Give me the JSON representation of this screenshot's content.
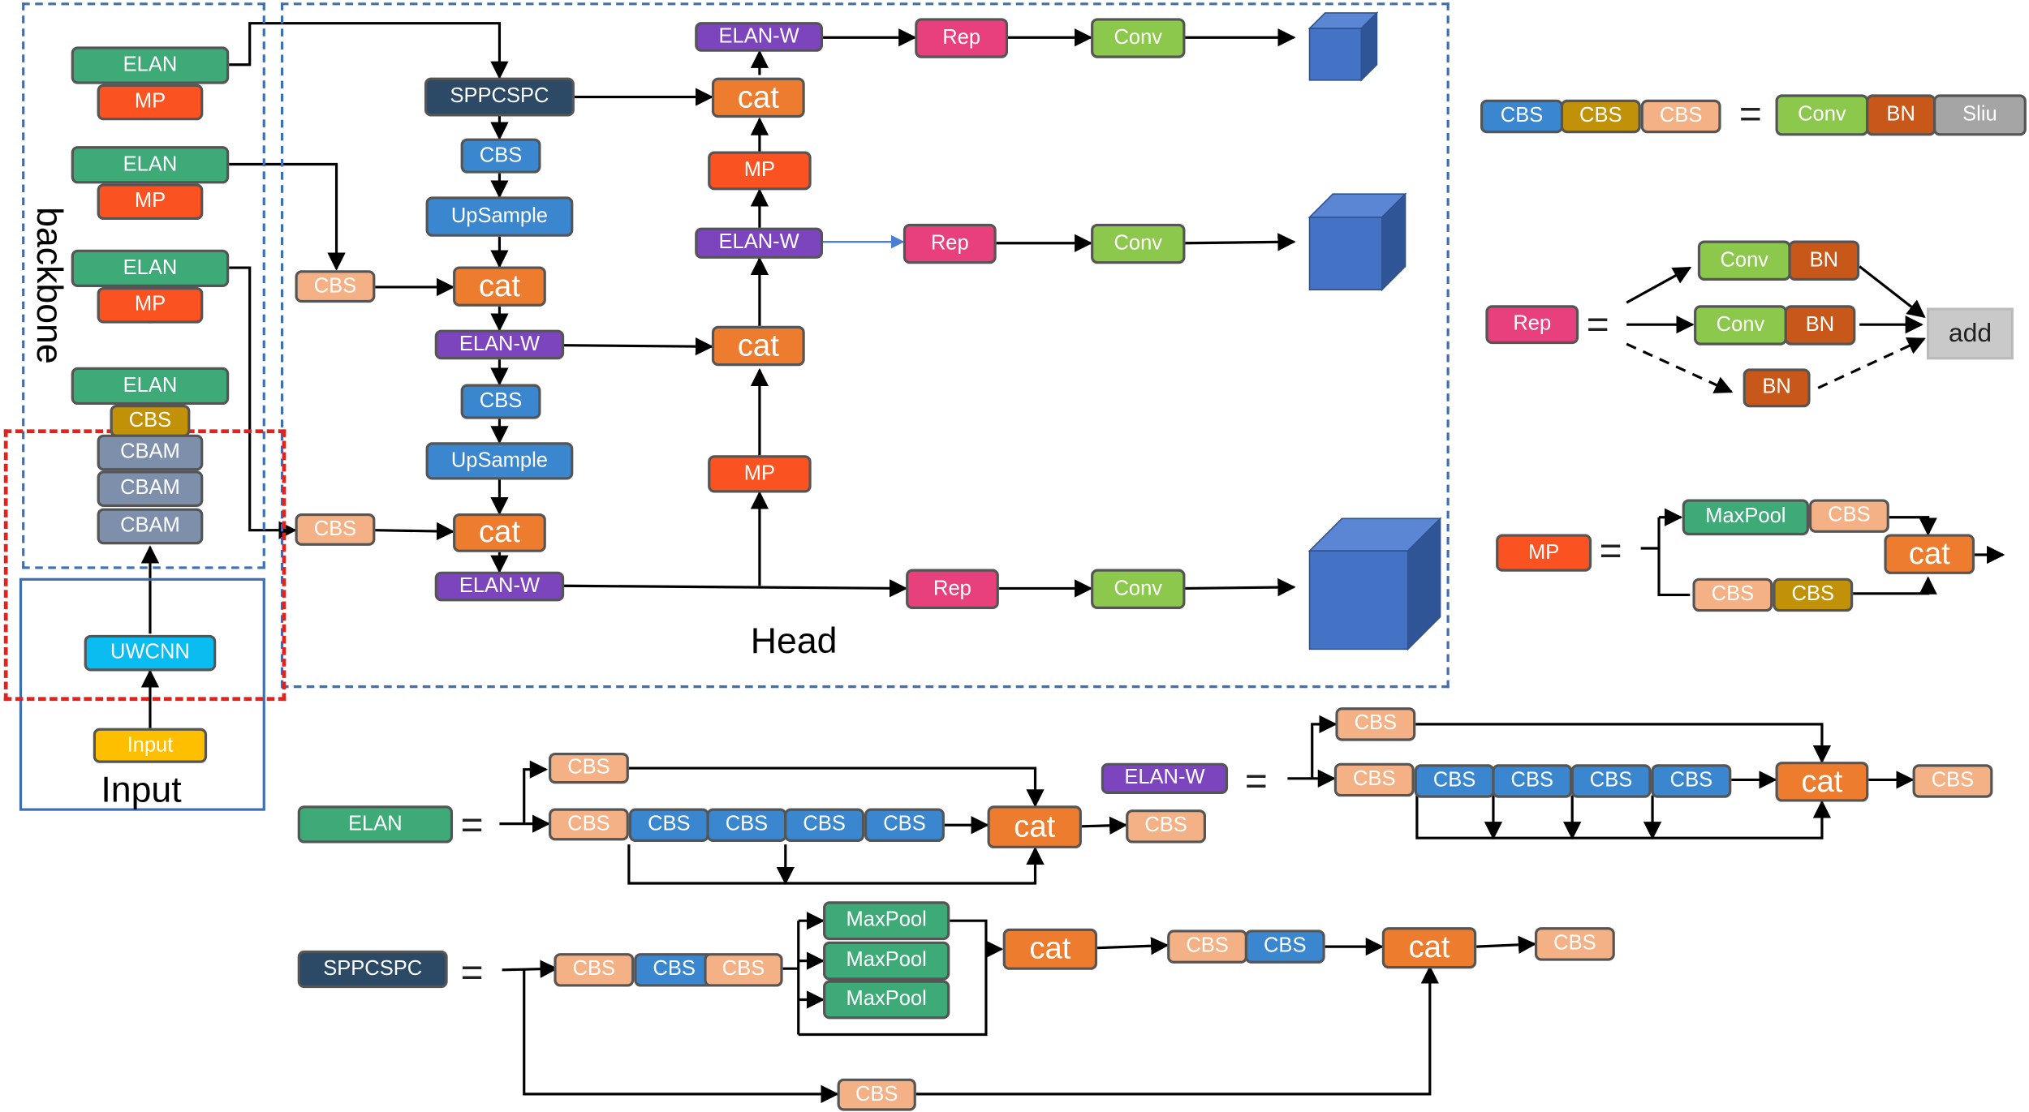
{
  "colors": {
    "elan": "#3daa78",
    "mp": "#fa5220",
    "cbs_blue": "#3a87cf",
    "cbs_gold": "#c19107",
    "cbs_salmon": "#f5b186",
    "cbam": "#7d8fab",
    "uwcnn": "#0abcf0",
    "input": "#fdbf00",
    "sppcspc": "#2c4a66",
    "upsample": "#3a87cf",
    "cat": "#ee7c2f",
    "elanw": "#7c45bd",
    "rep": "#e8407d",
    "conv": "#8cc84b",
    "bn": "#c8581a",
    "sliu": "#a5a5a5",
    "add": "#c9c9c9",
    "maxpool": "#3daa78",
    "cube": "#4472c4",
    "highlight": "#e2221c",
    "frame": "#3f6fb3"
  },
  "labels": {
    "backbone": "backbone",
    "head": "Head",
    "input": "Input",
    "eq": "="
  },
  "blocks": {
    "elan": "ELAN",
    "mp": "MP",
    "cbs": "CBS",
    "cbam": "CBAM",
    "uwcnn": "UWCNN",
    "input": "Input",
    "sppcspc": "SPPCSPC",
    "upsample": "UpSample",
    "cat": "cat",
    "elanw": "ELAN-W",
    "rep": "Rep",
    "conv": "Conv",
    "bn": "BN",
    "sliu": "Sliu",
    "add": "add",
    "maxpool": "MaxPool"
  }
}
